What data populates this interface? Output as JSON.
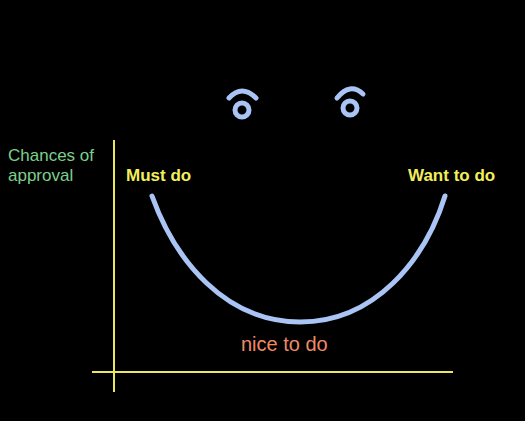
{
  "diagram": {
    "labels": [
      "Chances of approval",
      "Must do",
      "Want to do",
      "nice to do"
    ]
  }
}
